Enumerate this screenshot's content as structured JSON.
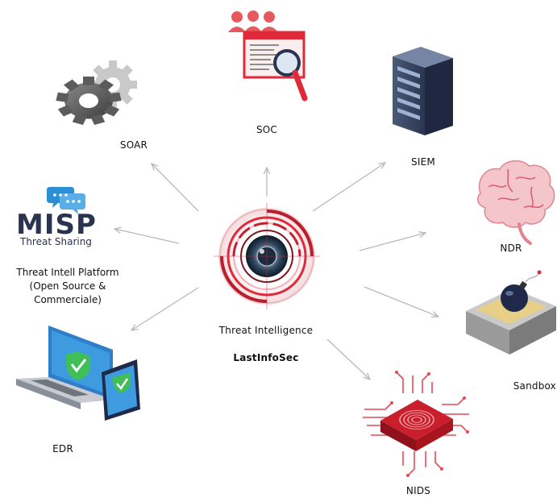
{
  "center": {
    "title": "Threat Intelligence",
    "subtitle": "LastInfoSec"
  },
  "nodes": {
    "soc": "SOC",
    "soar": "SOAR",
    "siem": "SIEM",
    "ndr": "NDR",
    "sandbox": "Sandbox",
    "nids": "NIDS",
    "edr": "EDR",
    "tip_line1": "Threat Intell Platform",
    "tip_line2": "(Open Source &",
    "tip_line3": "Commerciale)"
  },
  "misp": {
    "word": "MISP",
    "tagline": "Threat Sharing"
  },
  "colors": {
    "brand_red": "#e02a3a",
    "arrow": "#b9b9b9",
    "navy": "#2a3450",
    "misp_blue": "#2b8fd6"
  }
}
